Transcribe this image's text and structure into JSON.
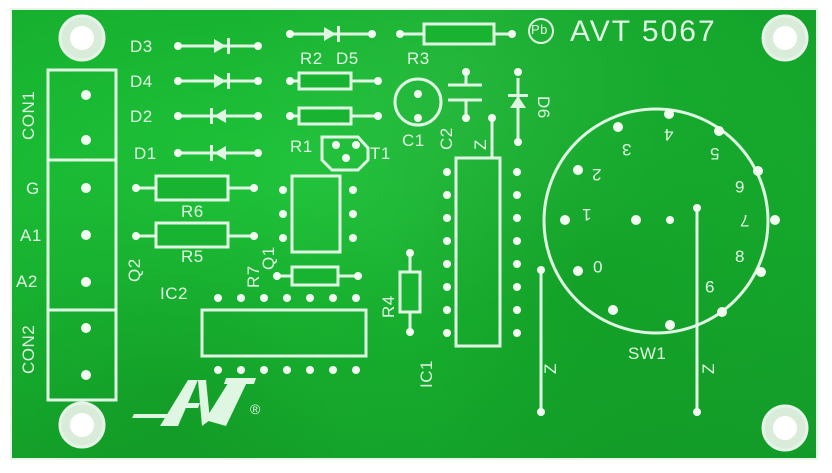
{
  "board": {
    "title": "AVT 5067",
    "lead_free_mark": "Pb",
    "logo": "AVT",
    "logo_registered": "®",
    "colors": {
      "pcb_green": "#18b431",
      "silkscreen": "#dff7e2",
      "pad": "#f1fbf2",
      "background": "#ffffff"
    }
  },
  "connectors": {
    "con1": "CON1",
    "con2": "CON2",
    "pins": [
      "G",
      "A1",
      "A2"
    ]
  },
  "components": {
    "diodes": [
      "D3",
      "D4",
      "D2",
      "D1",
      "D5",
      "D6"
    ],
    "resistors": [
      "R1",
      "R2",
      "R3",
      "R4",
      "R5",
      "R6",
      "R7"
    ],
    "capacitors": [
      "C1",
      "C2"
    ],
    "transistors": [
      "T1",
      "Q1",
      "Q2"
    ],
    "ics": [
      "IC1",
      "IC2"
    ],
    "switch": "SW1",
    "jumpers": [
      "Z",
      "Z",
      "Z"
    ]
  },
  "switch_positions": [
    "0",
    "1",
    "2",
    "3",
    "4",
    "5",
    "6",
    "7",
    "8",
    "9"
  ]
}
